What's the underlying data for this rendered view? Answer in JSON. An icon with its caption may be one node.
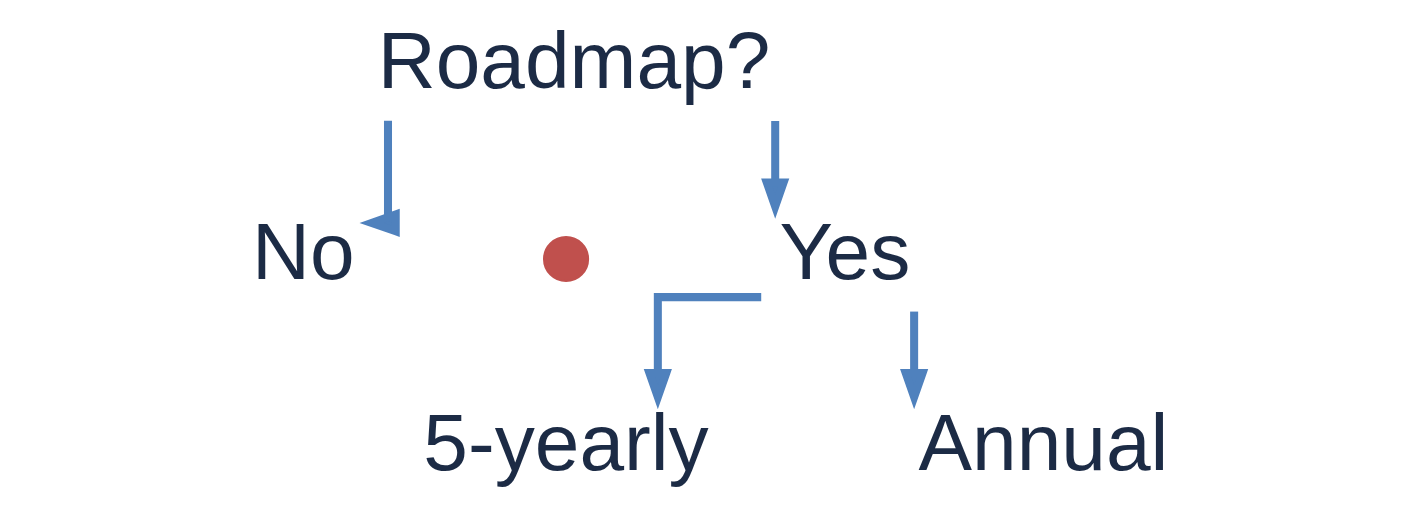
{
  "diagram": {
    "nodes": [
      {
        "text": [
          "Roadmap?"
        ]
      },
      {
        "text": [
          "No"
        ]
      },
      {
        "text": [
          "Yes"
        ]
      },
      {
        "text": [
          "5-yearly"
        ]
      },
      {
        "text": [
          "Annual"
        ]
      },
      {
        "text": [],
        "shape": "circle"
      }
    ],
    "edges": [
      {
        "from": 0,
        "to": 1,
        "arrow": "to"
      },
      {
        "from": 0,
        "to": 2,
        "arrow": "to"
      },
      {
        "from": 2,
        "to": 3,
        "arrow": "to"
      },
      {
        "from": 2,
        "to": 4,
        "arrow": "to"
      }
    ]
  }
}
